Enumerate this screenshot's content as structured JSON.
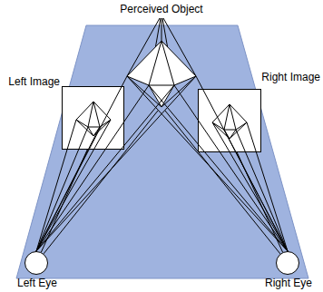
{
  "diagram": {
    "nodes": [
      {
        "text": [
          "Perceived Object"
        ]
      },
      {
        "text": [
          "Left Image"
        ]
      },
      {
        "text": [
          "Right Image"
        ]
      },
      {
        "text": [
          "Left Eye"
        ]
      },
      {
        "text": [
          "Right Eye"
        ]
      }
    ],
    "edges": [
      {
        "from": 3,
        "to": 0,
        "arrow": "none"
      },
      {
        "from": 4,
        "to": 0,
        "arrow": "none"
      },
      {
        "from": 3,
        "to": 1,
        "arrow": "none"
      },
      {
        "from": 4,
        "to": 2,
        "arrow": "none"
      }
    ]
  }
}
